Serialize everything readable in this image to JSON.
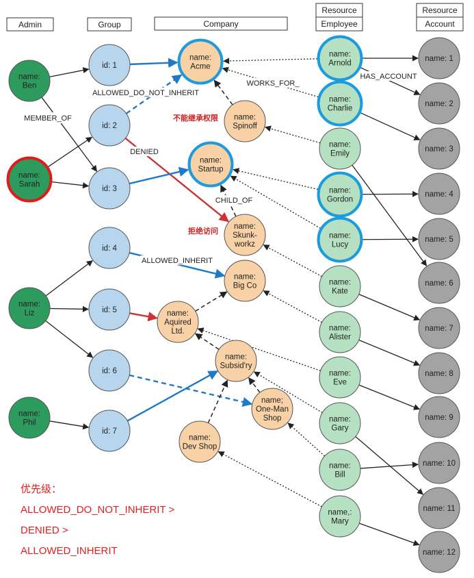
{
  "headers": {
    "admin": "Admin",
    "group": "Group",
    "company": "Company",
    "resource_employee_top": "Resource",
    "resource_employee_bottom": "Employee",
    "resource_account_top": "Resource",
    "resource_account_bottom": "Account"
  },
  "colors": {
    "admin_fill": "#2e9b5e",
    "group_fill": "#b7d6ee",
    "company_fill": "#f8d2a6",
    "employee_fill": "#b5e1c2",
    "account_fill": "#a3a3a3",
    "blue_edge": "#1f78c8",
    "red_edge": "#cc3333",
    "highlight_blue": "#1b9be0",
    "highlight_red": "#e01b1b"
  },
  "nodes": {
    "admins": [
      {
        "id": "ben",
        "lines": [
          "name:",
          "Ben"
        ]
      },
      {
        "id": "sarah",
        "lines": [
          "name:",
          "Sarah"
        ],
        "highlight": "red"
      },
      {
        "id": "liz",
        "lines": [
          "name:",
          "Liz"
        ]
      },
      {
        "id": "phil",
        "lines": [
          "name:",
          "Phil"
        ]
      }
    ],
    "groups": [
      {
        "id": "g1",
        "lines": [
          "id: 1"
        ]
      },
      {
        "id": "g2",
        "lines": [
          "id: 2"
        ]
      },
      {
        "id": "g3",
        "lines": [
          "id: 3"
        ]
      },
      {
        "id": "g4",
        "lines": [
          "id: 4"
        ]
      },
      {
        "id": "g5",
        "lines": [
          "id: 5"
        ]
      },
      {
        "id": "g6",
        "lines": [
          "id: 6"
        ]
      },
      {
        "id": "g7",
        "lines": [
          "id: 7"
        ]
      }
    ],
    "companies": [
      {
        "id": "acme",
        "lines": [
          "name:",
          "Acme"
        ],
        "highlight": "blue"
      },
      {
        "id": "spinoff",
        "lines": [
          "name:",
          "Spinoff"
        ]
      },
      {
        "id": "startup",
        "lines": [
          "name:",
          "Startup"
        ],
        "highlight": "blue"
      },
      {
        "id": "skunkworkz",
        "lines": [
          "name:",
          "Skunk-",
          "workz"
        ]
      },
      {
        "id": "bigco",
        "lines": [
          "name:",
          "Big Co"
        ]
      },
      {
        "id": "aquired",
        "lines": [
          "name:",
          "Aquired",
          "Ltd."
        ]
      },
      {
        "id": "subsidry",
        "lines": [
          "name:",
          "Subsid'ry"
        ]
      },
      {
        "id": "onemanshop",
        "lines": [
          "name;",
          "One-Man",
          "Shop"
        ]
      },
      {
        "id": "devshop",
        "lines": [
          "name:",
          "Dev Shop"
        ]
      }
    ],
    "employees": [
      {
        "id": "arnold",
        "lines": [
          "name:",
          "Arnold"
        ],
        "highlight": "blue"
      },
      {
        "id": "charlie",
        "lines": [
          "name:",
          "Charlie"
        ],
        "highlight": "blue"
      },
      {
        "id": "emily",
        "lines": [
          "name:",
          "Emily"
        ]
      },
      {
        "id": "gordon",
        "lines": [
          "name:",
          "Gordon"
        ],
        "highlight": "blue"
      },
      {
        "id": "lucy",
        "lines": [
          "name:",
          "Lucy"
        ],
        "highlight": "blue"
      },
      {
        "id": "kate",
        "lines": [
          "name:",
          "Kate"
        ]
      },
      {
        "id": "alister",
        "lines": [
          "name:",
          "Alister"
        ]
      },
      {
        "id": "eve",
        "lines": [
          "name:",
          "Eve"
        ]
      },
      {
        "id": "gary",
        "lines": [
          "name:",
          "Gary"
        ]
      },
      {
        "id": "bill",
        "lines": [
          "name:",
          "Bill"
        ]
      },
      {
        "id": "mary",
        "lines": [
          "name,:",
          "Mary"
        ]
      }
    ],
    "accounts": [
      {
        "id": "a1",
        "lines": [
          "name: 1"
        ]
      },
      {
        "id": "a2",
        "lines": [
          "name: 2"
        ]
      },
      {
        "id": "a3",
        "lines": [
          "name: 3"
        ]
      },
      {
        "id": "a4",
        "lines": [
          "name: 4"
        ]
      },
      {
        "id": "a5",
        "lines": [
          "name: 5"
        ]
      },
      {
        "id": "a6",
        "lines": [
          "name: 6"
        ]
      },
      {
        "id": "a7",
        "lines": [
          "name: 7"
        ]
      },
      {
        "id": "a8",
        "lines": [
          "name: 8"
        ]
      },
      {
        "id": "a9",
        "lines": [
          "name: 9"
        ]
      },
      {
        "id": "a10",
        "lines": [
          "name: 10"
        ]
      },
      {
        "id": "a11",
        "lines": [
          "name: 11"
        ]
      },
      {
        "id": "a12",
        "lines": [
          "name: 12"
        ]
      }
    ]
  },
  "edges": [
    {
      "from": "ben",
      "to": "g1",
      "style": "member"
    },
    {
      "from": "ben",
      "to": "g3",
      "style": "member"
    },
    {
      "from": "sarah",
      "to": "g2",
      "style": "member"
    },
    {
      "from": "sarah",
      "to": "g3",
      "style": "member"
    },
    {
      "from": "liz",
      "to": "g4",
      "style": "member"
    },
    {
      "from": "liz",
      "to": "g5",
      "style": "member"
    },
    {
      "from": "liz",
      "to": "g6",
      "style": "member"
    },
    {
      "from": "phil",
      "to": "g7",
      "style": "member"
    },
    {
      "from": "g1",
      "to": "acme",
      "style": "allowed_inherit"
    },
    {
      "from": "g2",
      "to": "acme",
      "style": "allowed_do_not_inherit"
    },
    {
      "from": "g2",
      "to": "skunkworkz",
      "style": "denied"
    },
    {
      "from": "g3",
      "to": "startup",
      "style": "allowed_inherit"
    },
    {
      "from": "g4",
      "to": "bigco",
      "style": "allowed_inherit"
    },
    {
      "from": "g5",
      "to": "aquired",
      "style": "denied"
    },
    {
      "from": "g6",
      "to": "onemanshop",
      "style": "allowed_do_not_inherit"
    },
    {
      "from": "g7",
      "to": "subsidry",
      "style": "allowed_inherit"
    },
    {
      "from": "spinoff",
      "to": "acme",
      "style": "child_of"
    },
    {
      "from": "skunkworkz",
      "to": "startup",
      "style": "child_of"
    },
    {
      "from": "aquired",
      "to": "bigco",
      "style": "child_of"
    },
    {
      "from": "subsidry",
      "to": "aquired",
      "style": "child_of"
    },
    {
      "from": "onemanshop",
      "to": "subsidry",
      "style": "child_of"
    },
    {
      "from": "devshop",
      "to": "subsidry",
      "style": "child_of"
    },
    {
      "from": "arnold",
      "to": "acme",
      "style": "works_for"
    },
    {
      "from": "charlie",
      "to": "acme",
      "style": "works_for"
    },
    {
      "from": "emily",
      "to": "spinoff",
      "style": "works_for"
    },
    {
      "from": "gordon",
      "to": "startup",
      "style": "works_for"
    },
    {
      "from": "lucy",
      "to": "startup",
      "style": "works_for"
    },
    {
      "from": "kate",
      "to": "skunkworkz",
      "style": "works_for"
    },
    {
      "from": "alister",
      "to": "bigco",
      "style": "works_for"
    },
    {
      "from": "eve",
      "to": "aquired",
      "style": "works_for"
    },
    {
      "from": "gary",
      "to": "subsidry",
      "style": "works_for"
    },
    {
      "from": "bill",
      "to": "onemanshop",
      "style": "works_for"
    },
    {
      "from": "mary",
      "to": "devshop",
      "style": "works_for"
    },
    {
      "from": "arnold",
      "to": "a1",
      "style": "has_account"
    },
    {
      "from": "arnold",
      "to": "a2",
      "style": "has_account"
    },
    {
      "from": "charlie",
      "to": "a3",
      "style": "has_account"
    },
    {
      "from": "gordon",
      "to": "a4",
      "style": "has_account"
    },
    {
      "from": "lucy",
      "to": "a5",
      "style": "has_account"
    },
    {
      "from": "emily",
      "to": "a6",
      "style": "has_account"
    },
    {
      "from": "kate",
      "to": "a7",
      "style": "has_account"
    },
    {
      "from": "alister",
      "to": "a8",
      "style": "has_account"
    },
    {
      "from": "eve",
      "to": "a9",
      "style": "has_account"
    },
    {
      "from": "bill",
      "to": "a10",
      "style": "has_account"
    },
    {
      "from": "gary",
      "to": "a11",
      "style": "has_account"
    },
    {
      "from": "mary",
      "to": "a12",
      "style": "has_account"
    }
  ],
  "edge_labels": {
    "member_of": "MEMBER_OF",
    "allowed_do_not_inherit": "ALLOWED_DO_NOT_INHERIT",
    "denied": "DENIED",
    "allowed_inherit": "ALLOWED_INHERIT",
    "child_of": "CHILD_OF",
    "works_for": "WORKS_FOR_",
    "has_account": "HAS_ACCOUNT"
  },
  "annotations": {
    "cannot_inherit": "不能继承权限",
    "access_denied": "拒绝访问"
  },
  "priority": {
    "title": "优先级：",
    "line1": "ALLOWED_DO_NOT_INHERIT >",
    "line2": "DENIED >",
    "line3": "ALLOWED_INHERIT"
  }
}
